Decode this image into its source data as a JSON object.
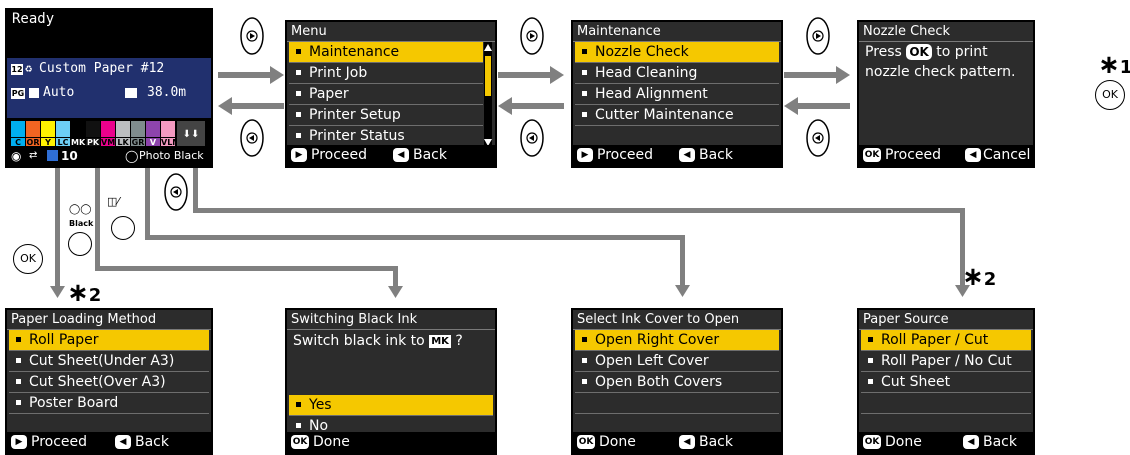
{
  "ready_screen": {
    "status": "Ready",
    "paper_number": "12",
    "paper_name": "Custom Paper #12",
    "platen_gap": "Auto",
    "roll_remaining": "38.0m",
    "ink_labels": [
      "C",
      "OR",
      "Y",
      "LC",
      "MK",
      "PK",
      "VM",
      "LK",
      "GR",
      "V",
      "VLM"
    ],
    "maintenance_number": "10",
    "black_ink": "Photo Black"
  },
  "menu_screen": {
    "title": "Menu",
    "items": [
      "Maintenance",
      "Print Job",
      "Paper",
      "Printer Setup",
      "Printer Status"
    ],
    "footer_left": "Proceed",
    "footer_right": "Back"
  },
  "maintenance_screen": {
    "title": "Maintenance",
    "items": [
      "Nozzle Check",
      "Head Cleaning",
      "Head Alignment",
      "Cutter Maintenance"
    ],
    "footer_left": "Proceed",
    "footer_right": "Back"
  },
  "nozzle_screen": {
    "title": "Nozzle Check",
    "line1_before": "Press",
    "ok_label": "OK",
    "line1_after": "to print",
    "line2": "nozzle check pattern.",
    "footer_left": "Proceed",
    "footer_right": "Cancel"
  },
  "paper_loading_screen": {
    "title": "Paper Loading Method",
    "items": [
      "Roll Paper",
      "Cut Sheet(Under A3)",
      "Cut Sheet(Over A3)",
      "Poster Board"
    ],
    "footer_left": "Proceed",
    "footer_right": "Back"
  },
  "switch_black_screen": {
    "title": "Switching Black Ink",
    "prompt_before": "Switch black ink to",
    "prompt_chip": "MK",
    "prompt_after": "?",
    "items": [
      "Yes",
      "No"
    ],
    "footer_left": "Done"
  },
  "ink_cover_screen": {
    "title": "Select Ink Cover to Open",
    "items": [
      "Open Right Cover",
      "Open Left Cover",
      "Open Both Covers"
    ],
    "footer_left": "Done",
    "footer_right": "Back"
  },
  "paper_source_screen": {
    "title": "Paper Source",
    "items": [
      "Roll Paper / Cut",
      "Roll Paper / No Cut",
      "Cut Sheet"
    ],
    "footer_left": "Done",
    "footer_right": "Back"
  },
  "buttons": {
    "ok": "OK",
    "black_label": "Black"
  },
  "notes": {
    "star1": "∗",
    "star1_num": "1",
    "star2": "∗",
    "star2_num": "2",
    "star3": "∗",
    "star3_num": "2"
  },
  "colors": {
    "highlight": "#f5c800",
    "screen_bg": "#2c2c2c",
    "ready_band": "#21306e",
    "connector": "#808080"
  }
}
